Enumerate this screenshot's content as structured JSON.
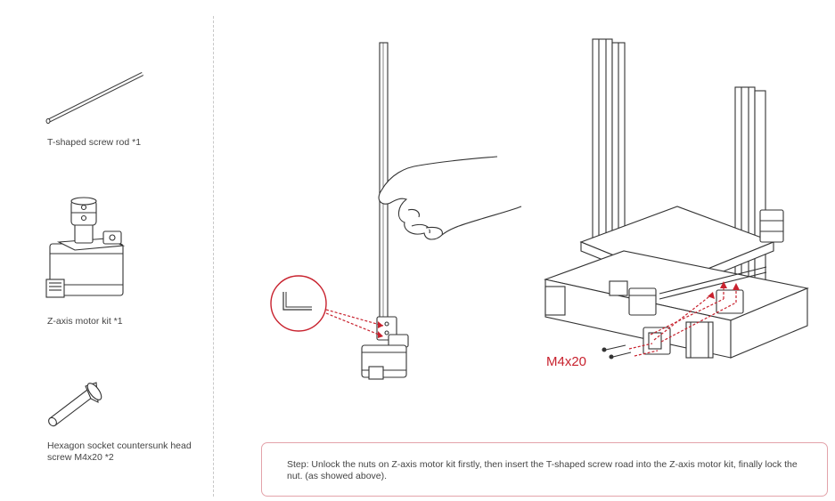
{
  "parts": [
    {
      "label": "T-shaped screw rod *1",
      "icon": "screw-rod-illustration"
    },
    {
      "label": "Z-axis motor kit *1",
      "icon": "motor-kit-illustration"
    },
    {
      "label": "Hexagon socket countersunk head screw M4x20 *2",
      "icon": "countersunk-screw-illustration"
    }
  ],
  "callout": {
    "screw_label": "M4x20",
    "color": "#c8222e"
  },
  "step": {
    "text": "Step: Unlock the nuts on Z-axis motor kit firstly, then insert the T-shaped screw road into the Z-axis motor kit, finally lock the nut. (as showed above)."
  },
  "colors": {
    "accent": "#c8222e",
    "box_border": "#e3a3aa",
    "divider": "#c8c8c8"
  }
}
